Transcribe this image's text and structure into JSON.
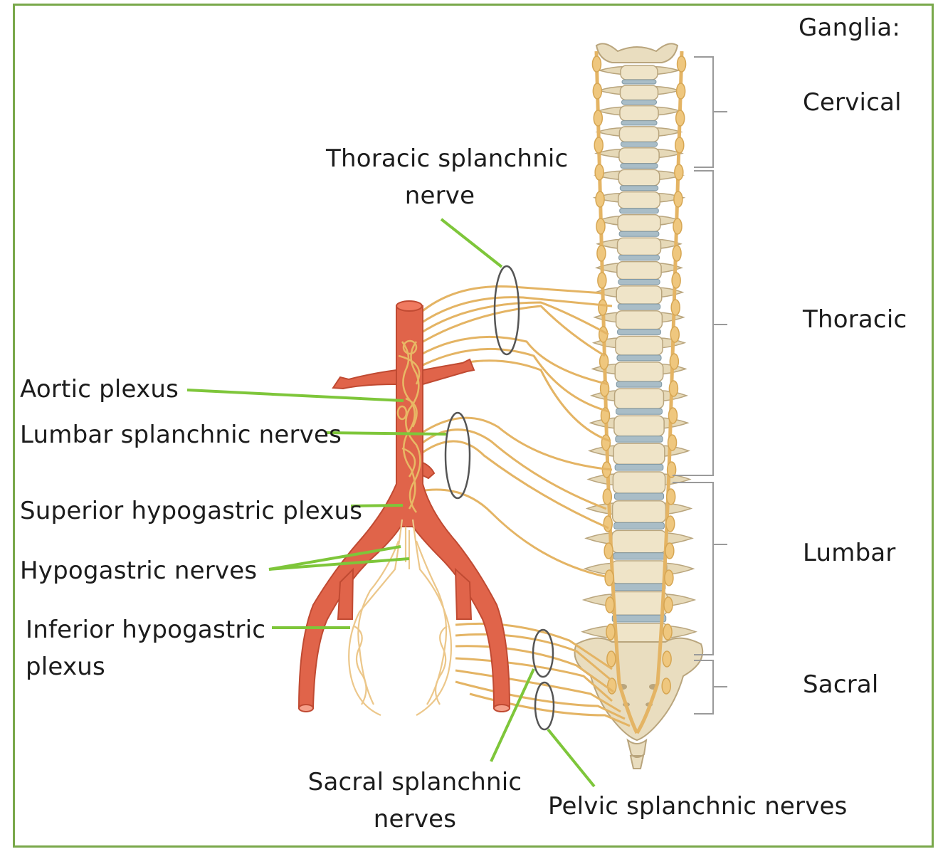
{
  "ganglia": {
    "heading": "Ganglia:",
    "regions": {
      "cervical": "Cervical",
      "thoracic": "Thoracic",
      "lumbar": "Lumbar",
      "sacral": "Sacral"
    }
  },
  "labels": {
    "thoracic_splanchnic_1": "Thoracic splanchnic",
    "thoracic_splanchnic_2": "nerve",
    "aortic_plexus": "Aortic plexus",
    "lumbar_splanchnic": "Lumbar splanchnic nerves",
    "superior_hypogastric": "Superior hypogastric plexus",
    "hypogastric_nerves": "Hypogastric nerves",
    "inferior_hypogastric_1": "Inferior hypogastric",
    "inferior_hypogastric_2": "plexus",
    "sacral_splanchnic_1": "Sacral splanchnic",
    "sacral_splanchnic_2": "nerves",
    "pelvic_splanchnic": "Pelvic splanchnic nerves"
  },
  "colors": {
    "border": "#79a84a",
    "leader_line": "#7ec63a",
    "artery": "#e0644a",
    "nerve": "#e4b464",
    "bone": "#ece0c2",
    "disc": "#a9bdc7",
    "bracket": "#9a9a9a"
  }
}
